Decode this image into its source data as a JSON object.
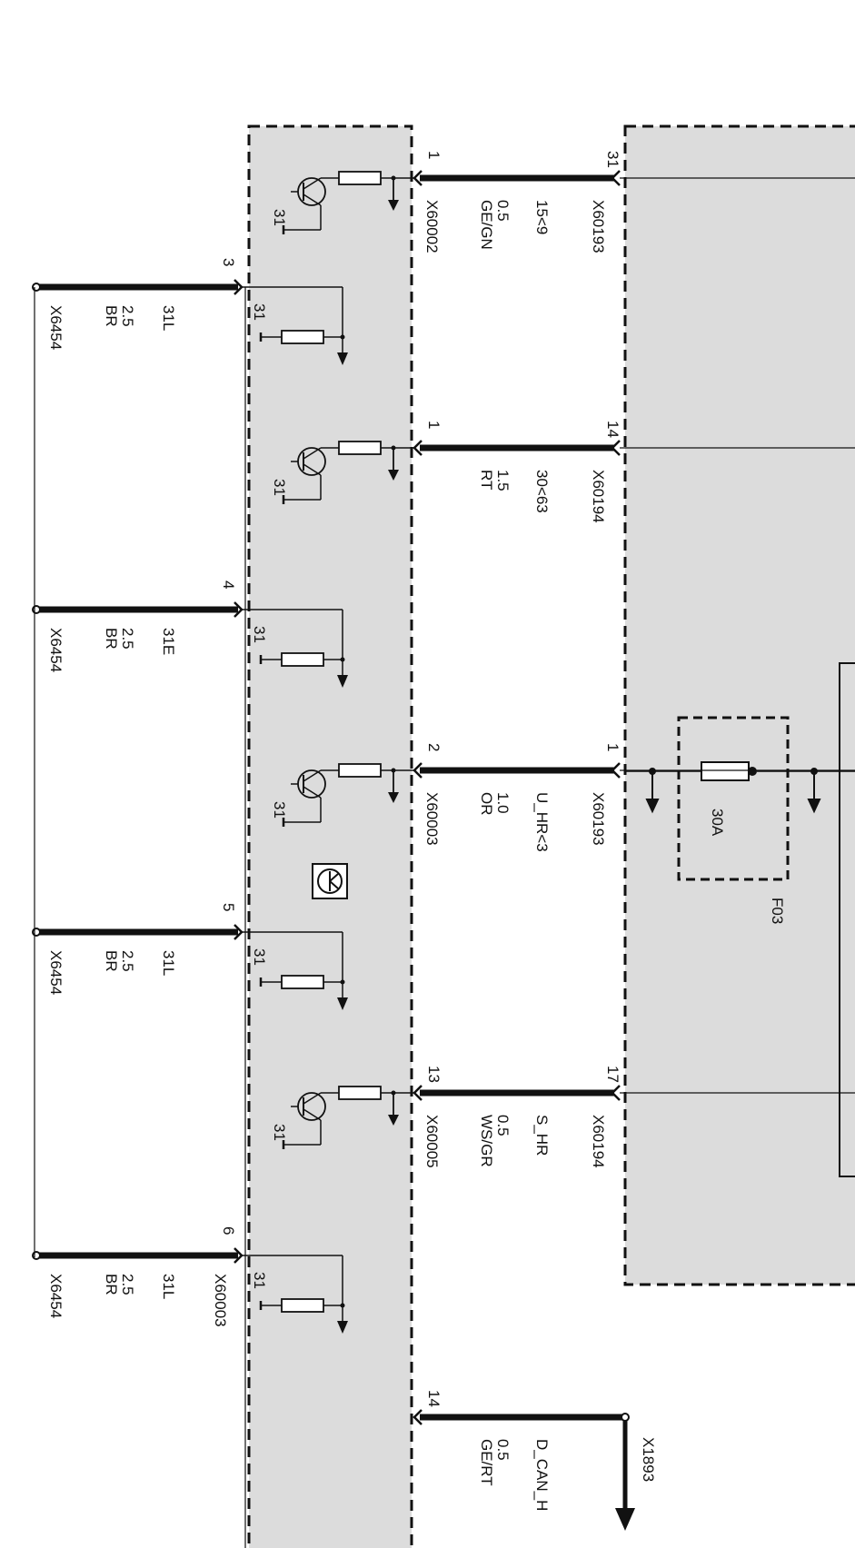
{
  "right_wires": [
    {
      "pin_left": "1",
      "pin_right": "31",
      "conn_left": "X60002",
      "conn_right": "X60193",
      "signal": "15<9",
      "size": "0.5",
      "color": "GE/GN"
    },
    {
      "pin_left": "1",
      "pin_right": "14",
      "conn_left": "",
      "conn_right": "X60194",
      "signal": "30<63",
      "size": "1.5",
      "color": "RT"
    },
    {
      "pin_left": "2",
      "pin_right": "1",
      "conn_left": "X60003",
      "conn_right": "X60193",
      "signal": "U_HR<3",
      "size": "1.0",
      "color": "OR"
    },
    {
      "pin_left": "13",
      "pin_right": "17",
      "conn_left": "X60005",
      "conn_right": "X60194",
      "signal": "S_HR",
      "size": "0.5",
      "color": "WS/GR"
    },
    {
      "pin_left": "14",
      "pin_right": "",
      "conn_left": "",
      "conn_right": "X1893",
      "signal": "D_CAN_H",
      "size": "0.5",
      "color": "GE/RT"
    }
  ],
  "ground_wires": [
    {
      "pin": "3",
      "signal": "31L",
      "size": "2.5",
      "color": "BR",
      "conn": "X6454",
      "extra": ""
    },
    {
      "pin": "4",
      "signal": "31E",
      "size": "2.5",
      "color": "BR",
      "conn": "X6454",
      "extra": ""
    },
    {
      "pin": "5",
      "signal": "31L",
      "size": "2.5",
      "color": "BR",
      "conn": "X6454",
      "extra": ""
    },
    {
      "pin": "6",
      "signal": "31L",
      "size": "2.5",
      "color": "BR",
      "conn": "X6454",
      "extra": "X60003"
    }
  ],
  "ground_symbol": "31",
  "fuse": {
    "rating": "30A",
    "id": "F03"
  },
  "colors": {
    "module_fill": "#dcdcdc",
    "line": "#111111",
    "background": "#ffffff"
  }
}
